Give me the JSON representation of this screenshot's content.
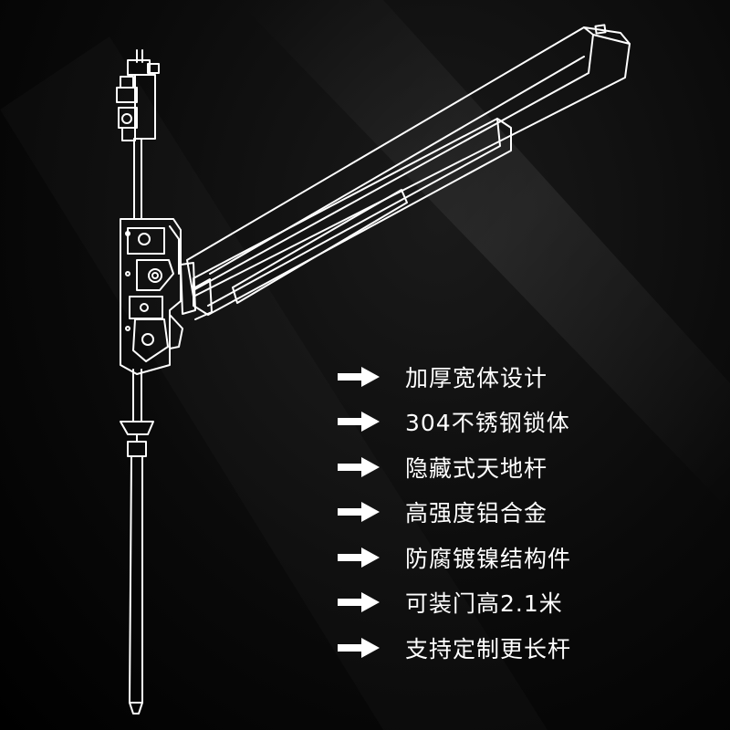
{
  "colors": {
    "background": "#000000",
    "line_art": "#ffffff",
    "text": "#ffffff",
    "arrow": "#ffffff"
  },
  "product": {
    "illustration": "panic-exit-bar-vertical-rod-icon"
  },
  "features": {
    "items": [
      {
        "label": "加厚宽体设计",
        "icon": "arrow-right-icon"
      },
      {
        "label": "304不锈钢锁体",
        "icon": "arrow-right-icon"
      },
      {
        "label": "隐藏式天地杆",
        "icon": "arrow-right-icon"
      },
      {
        "label": "高强度铝合金",
        "icon": "arrow-right-icon"
      },
      {
        "label": "防腐镀镍结构件",
        "icon": "arrow-right-icon"
      },
      {
        "label": "可装门高2.1米",
        "icon": "arrow-right-icon"
      },
      {
        "label": "支持定制更长杆",
        "icon": "arrow-right-icon"
      }
    ]
  }
}
